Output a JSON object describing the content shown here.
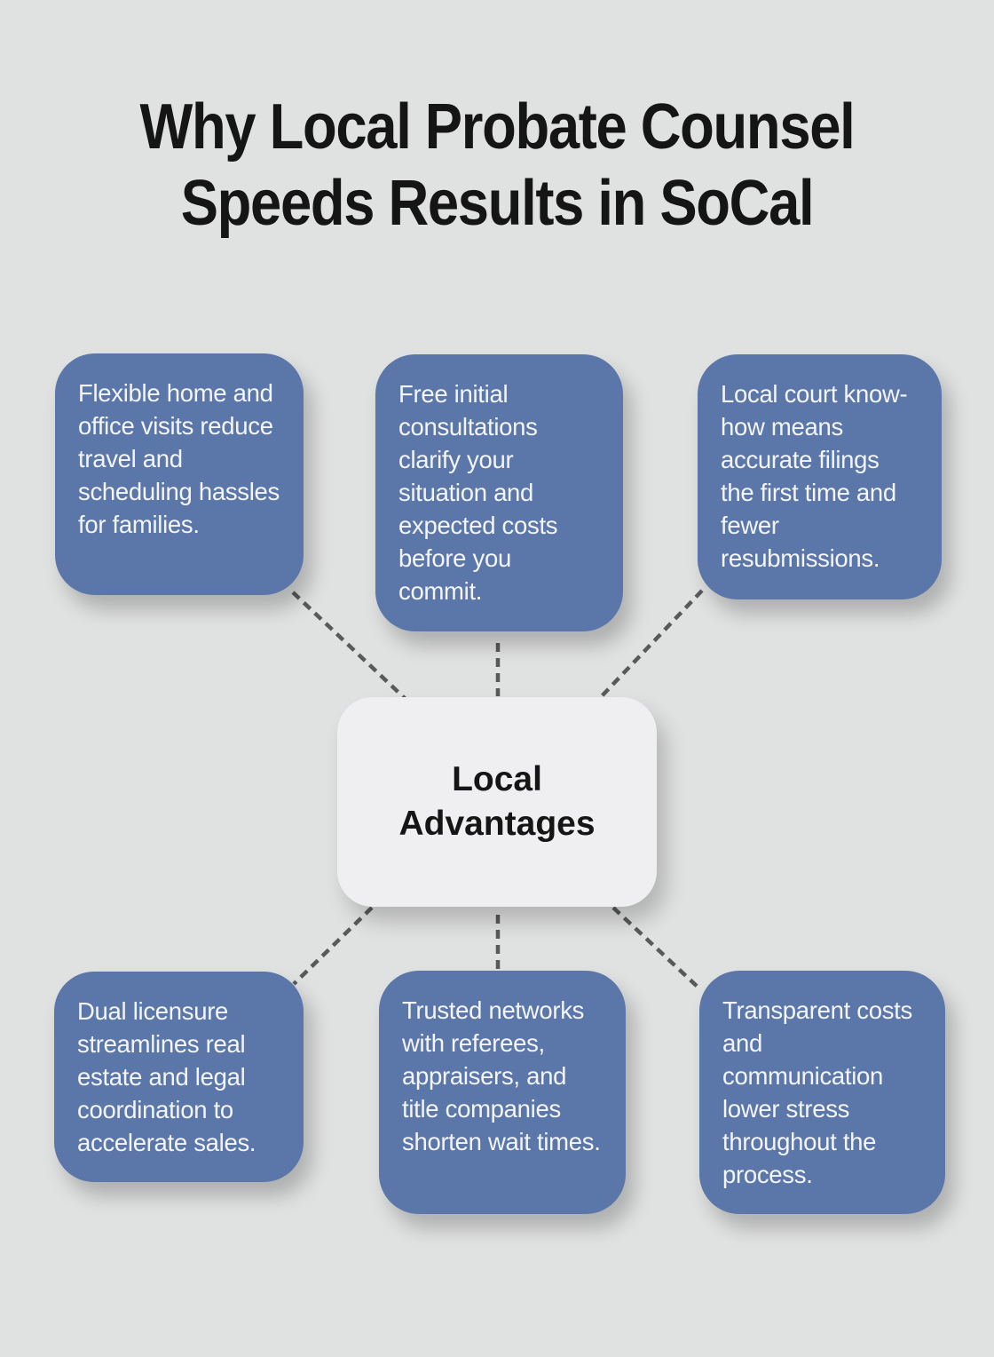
{
  "title": {
    "line1": "Why Local Probate Counsel",
    "line2": "Speeds Results in SoCal"
  },
  "center": {
    "label": "Local Advantages"
  },
  "cards": [
    {
      "id": "home-visits",
      "position": "top-left",
      "text": "Flexible home and office visits reduce travel and scheduling hassles for families."
    },
    {
      "id": "free-consultations",
      "position": "top-center",
      "text": "Free initial consultations clarify your situation and expected costs before you commit."
    },
    {
      "id": "court-knowhow",
      "position": "top-right",
      "text": "Local court know-how means accurate filings the first time and fewer resubmissions."
    },
    {
      "id": "dual-licensure",
      "position": "bottom-left",
      "text": "Dual licensure streamlines real estate and legal coordination to accelerate sales."
    },
    {
      "id": "trusted-networks",
      "position": "bottom-center",
      "text": "Trusted networks with referees, appraisers, and title companies shorten wait times."
    },
    {
      "id": "transparent-costs",
      "position": "bottom-right",
      "text": "Transparent costs and communication lower stress throughout the process."
    }
  ],
  "colors": {
    "background": "#E0E1E1",
    "card_blue": "#5B76A9",
    "card_text": "#F3F5F9",
    "hub_background": "#EFEFF1",
    "title_text": "#151515",
    "connector": "#59595B"
  }
}
